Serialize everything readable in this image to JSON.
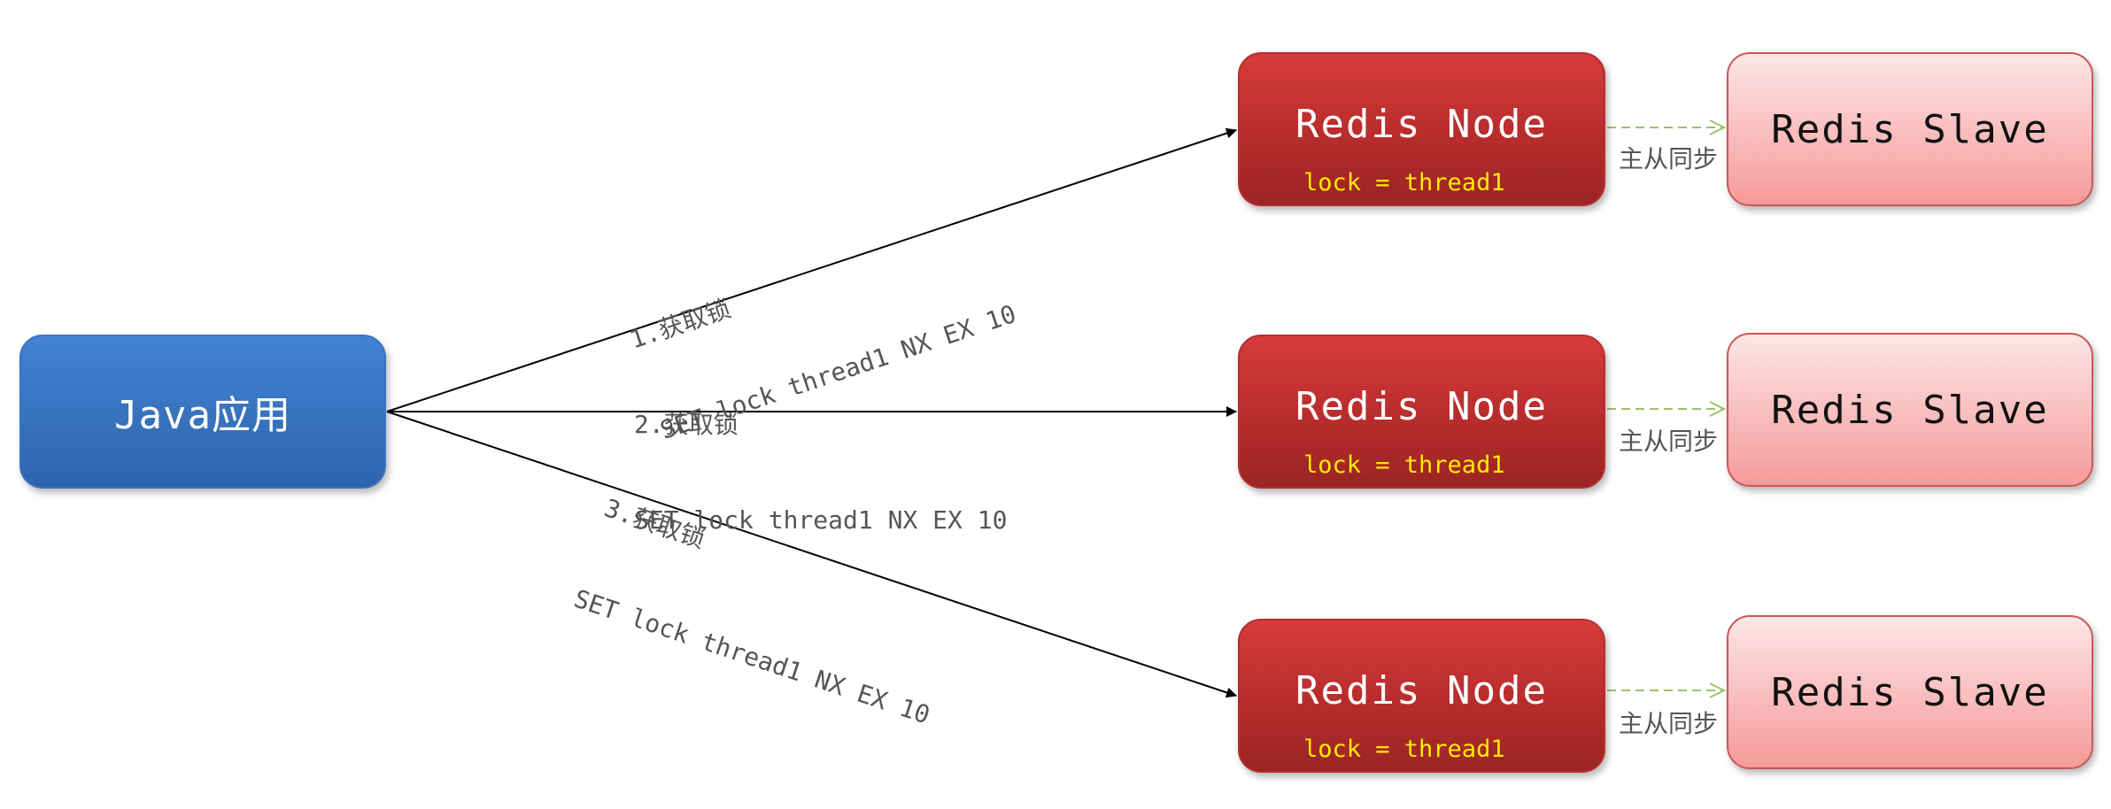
{
  "java_app": {
    "label": "Java应用"
  },
  "nodes": [
    {
      "title": "Redis Node",
      "lock": "lock = thread1"
    },
    {
      "title": "Redis Node",
      "lock": "lock = thread1"
    },
    {
      "title": "Redis Node",
      "lock": "lock = thread1"
    }
  ],
  "slaves": [
    {
      "label": "Redis Slave"
    },
    {
      "label": "Redis Slave"
    },
    {
      "label": "Redis Slave"
    }
  ],
  "sync_labels": [
    "主从同步",
    "主从同步",
    "主从同步"
  ],
  "edges": [
    {
      "step": "1.获取锁",
      "command": "SET lock thread1 NX EX 10"
    },
    {
      "step": "2.获取锁",
      "command": "SET lock thread1 NX EX 10"
    },
    {
      "step": "3.获取锁",
      "command": "SET lock thread1 NX EX 10"
    }
  ],
  "colors": {
    "java_box": "#3a73bf",
    "redis_node": "#c23434",
    "redis_slave": "#f9bcbc",
    "lock_text": "#ffeb00",
    "sync_arrow": "#9bc46a",
    "edge_line": "#000000"
  }
}
